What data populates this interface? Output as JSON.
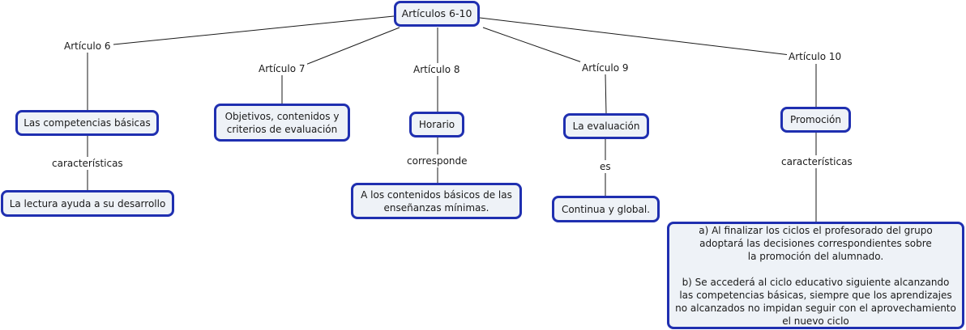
{
  "concept_map": {
    "root": "Artículos 6-10",
    "branches": [
      {
        "article": "Artículo 6",
        "concept": "Las competencias básicas",
        "linking_phrase": "características",
        "detail": "La lectura ayuda a su desarrollo"
      },
      {
        "article": "Artículo 7",
        "concept": "Objetivos, contenidos y\ncriterios de evaluación"
      },
      {
        "article": "Artículo 8",
        "concept": "Horario",
        "linking_phrase": "corresponde",
        "detail": "A los contenidos básicos de las\nenseñanzas mínimas."
      },
      {
        "article": "Artículo 9",
        "concept": "La evaluación",
        "linking_phrase": "es",
        "detail": "Continua y global."
      },
      {
        "article": "Artículo 10",
        "concept": "Promoción",
        "linking_phrase": "características",
        "detail": "a) Al finalizar los ciclos el profesorado del grupo\nadoptará las decisiones correspondientes sobre\nla promoción del alumnado.\n\nb) Se accederá al ciclo educativo siguiente alcanzando\nlas competencias básicas, siempre que los aprendizajes\nno alcanzados no impidan seguir con el aprovechamiento\nel nuevo ciclo"
      }
    ]
  }
}
